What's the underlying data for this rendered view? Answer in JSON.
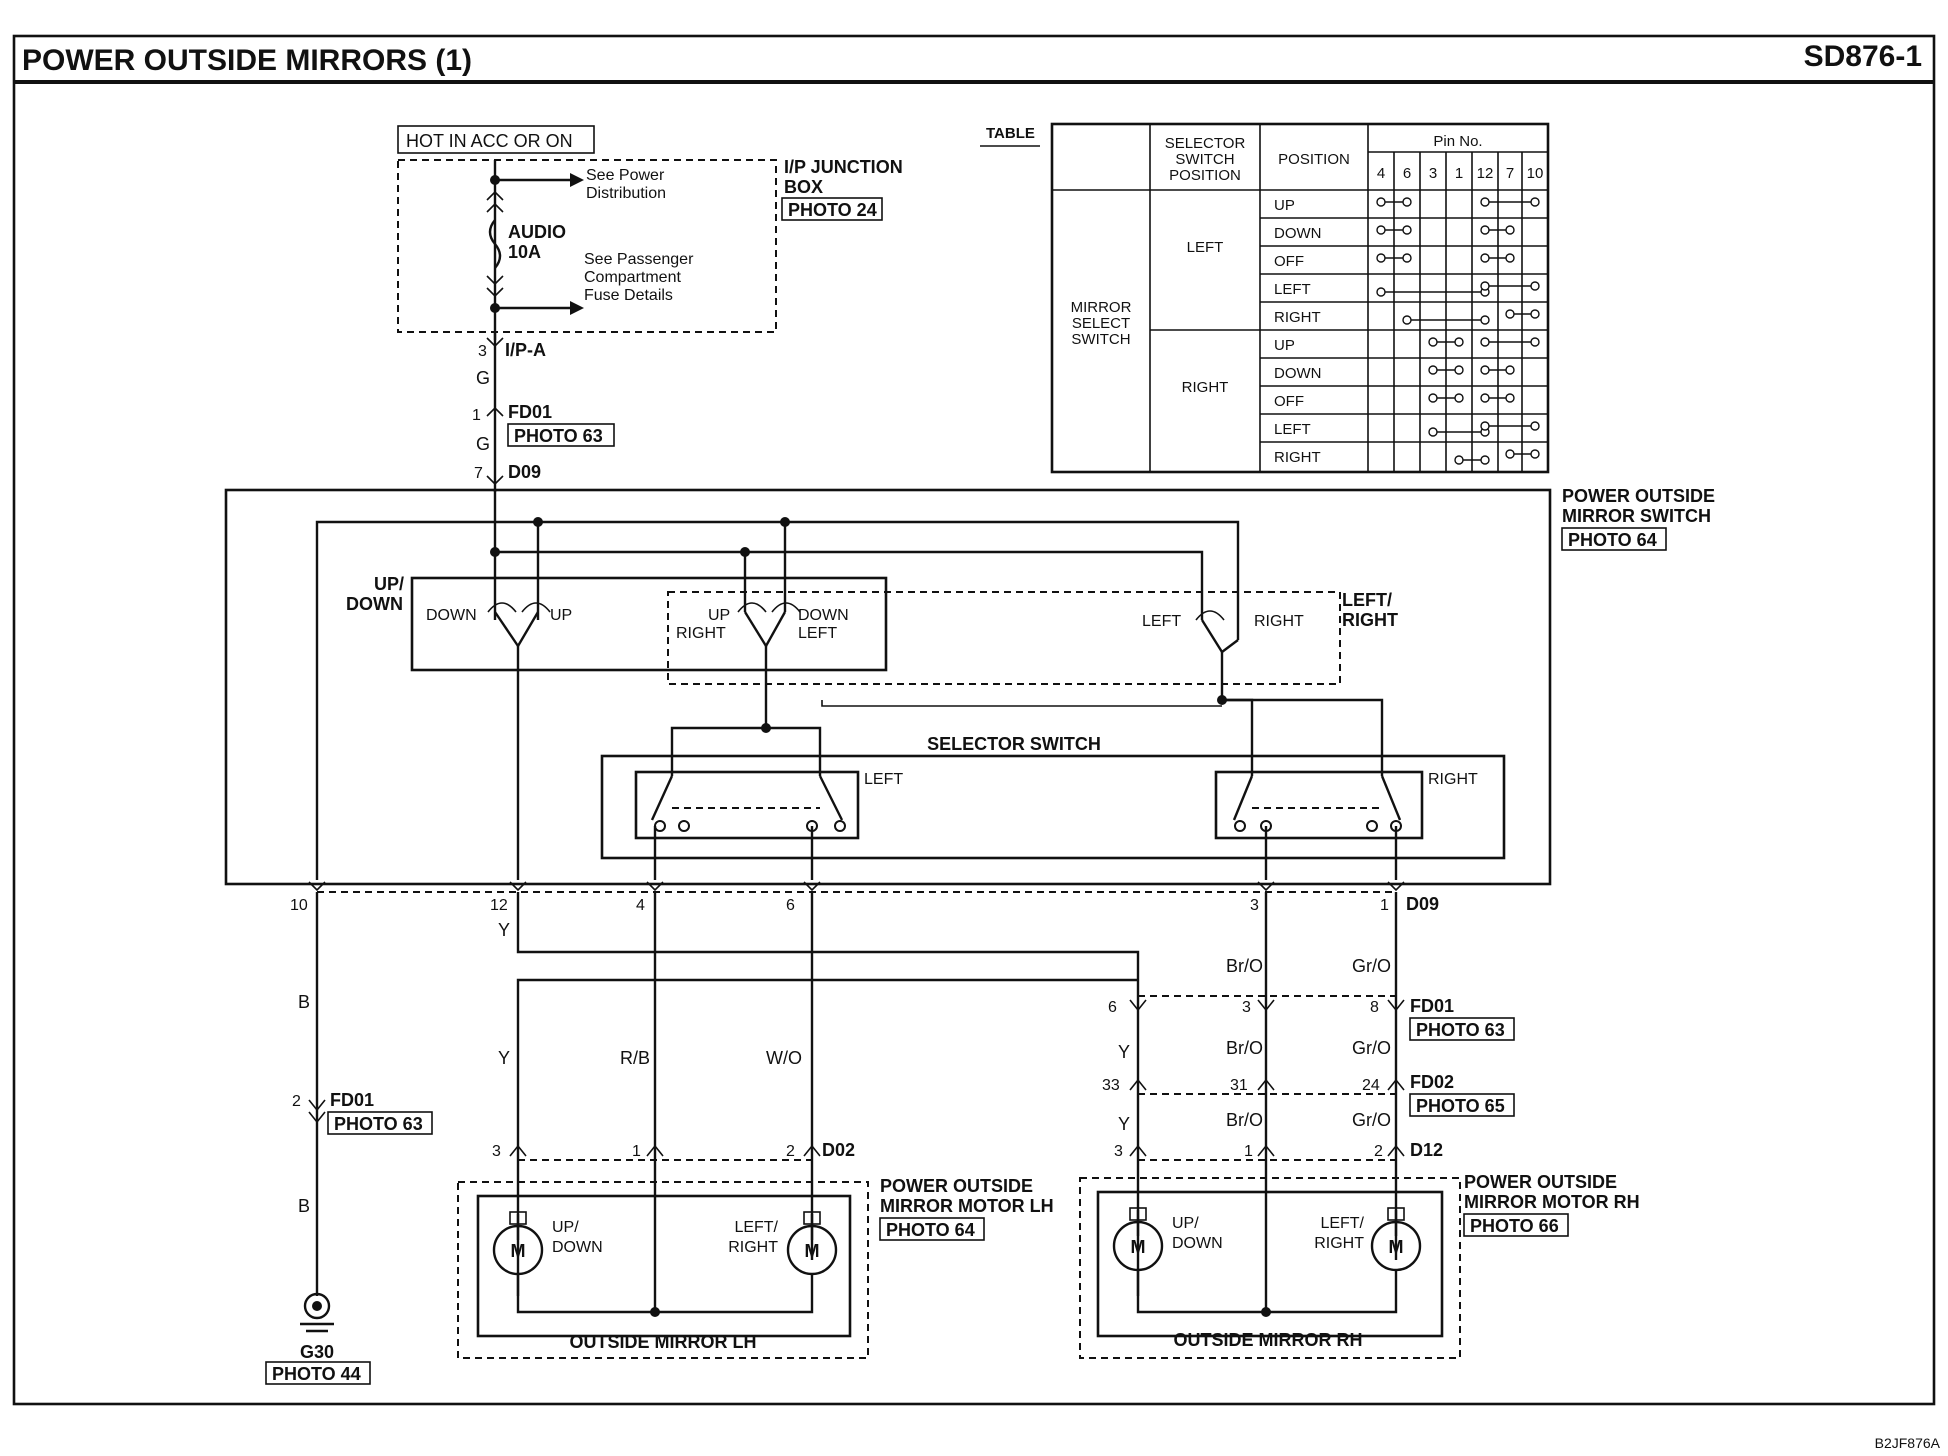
{
  "header": {
    "title": "POWER OUTSIDE MIRRORS (1)",
    "code": "SD876-1"
  },
  "footer": {
    "ref": "B2JF876A"
  },
  "fuse_block": {
    "hot_label": "HOT IN ACC OR ON",
    "see_power": [
      "See Power",
      "Distribution"
    ],
    "fuse_name": "AUDIO",
    "fuse_rating": "10A",
    "see_fuse": [
      "See Passenger",
      "Compartment",
      "Fuse Details"
    ],
    "name": [
      "I/P JUNCTION",
      "BOX"
    ],
    "photo": "PHOTO 24"
  },
  "feed": {
    "pin3": "3",
    "conn_ipa": "I/P-A",
    "wire_g1": "G",
    "pin1": "1",
    "conn_fd01": "FD01",
    "photo_fd01": "PHOTO 63",
    "wire_g2": "G",
    "pin7": "7",
    "conn_d09": "D09"
  },
  "table": {
    "caption": "TABLE",
    "col_selector": [
      "SELECTOR",
      "SWITCH",
      "POSITION"
    ],
    "col_position": "POSITION",
    "col_pin": "Pin No.",
    "pins": [
      "4",
      "6",
      "3",
      "1",
      "12",
      "7",
      "10"
    ],
    "row_group": [
      "MIRROR",
      "SELECT",
      "SWITCH"
    ],
    "sel_left": "LEFT",
    "sel_right": "RIGHT",
    "positions": [
      "UP",
      "DOWN",
      "OFF",
      "LEFT",
      "RIGHT",
      "UP",
      "DOWN",
      "OFF",
      "LEFT",
      "RIGHT"
    ]
  },
  "mirror_switch": {
    "name": [
      "POWER OUTSIDE",
      "MIRROR SWITCH"
    ],
    "photo": "PHOTO 64",
    "updown": [
      "UP/",
      "DOWN"
    ],
    "down": "DOWN",
    "up": "UP",
    "up2": "UP",
    "right2": "RIGHT",
    "down2": "DOWN",
    "left2": "LEFT",
    "left3": "LEFT",
    "right3": "RIGHT",
    "leftright": [
      "LEFT/",
      "RIGHT"
    ],
    "selector": "SELECTOR SWITCH",
    "sel_left": "LEFT",
    "sel_right": "RIGHT"
  },
  "switch_pins": {
    "p10": "10",
    "p12": "12",
    "p4": "4",
    "p6": "6",
    "p3": "3",
    "p1": "1",
    "conn": "D09"
  },
  "wires": {
    "y_top": "Y",
    "b1": "B",
    "b2": "B",
    "y_lh": "Y",
    "rb": "R/B",
    "wo": "W/O",
    "y_rh1": "Y",
    "y_rh2": "Y",
    "bro1": "Br/O",
    "bro2": "Br/O",
    "bro3": "Br/O",
    "gro1": "Gr/O",
    "gro2": "Gr/O",
    "gro3": "Gr/O"
  },
  "ground": {
    "pin": "2",
    "conn": "FD01",
    "photo": "PHOTO 63",
    "name": "G30",
    "photo2": "PHOTO 44"
  },
  "rh_connectors": {
    "fd01_pins": [
      "6",
      "3",
      "8"
    ],
    "fd01": "FD01",
    "fd01_photo": "PHOTO 63",
    "fd02_pins": [
      "33",
      "31",
      "24"
    ],
    "fd02": "FD02",
    "fd02_photo": "PHOTO 65",
    "d12_pins": [
      "3",
      "1",
      "2"
    ],
    "d12": "D12"
  },
  "lh_connectors": {
    "pins": [
      "3",
      "1",
      "2"
    ],
    "conn": "D02"
  },
  "motor_lh": {
    "name": [
      "POWER OUTSIDE",
      "MIRROR  MOTOR LH"
    ],
    "photo": "PHOTO 64",
    "updown": [
      "UP/",
      "DOWN"
    ],
    "leftright": [
      "LEFT/",
      "RIGHT"
    ],
    "m": "M",
    "box": "OUTSIDE MIRROR LH"
  },
  "motor_rh": {
    "name": [
      "POWER OUTSIDE",
      "MIRROR  MOTOR RH"
    ],
    "photo": "PHOTO 66",
    "updown": [
      "UP/",
      "DOWN"
    ],
    "leftright": [
      "LEFT/",
      "RIGHT"
    ],
    "m": "M",
    "box": "OUTSIDE MIRROR RH"
  }
}
